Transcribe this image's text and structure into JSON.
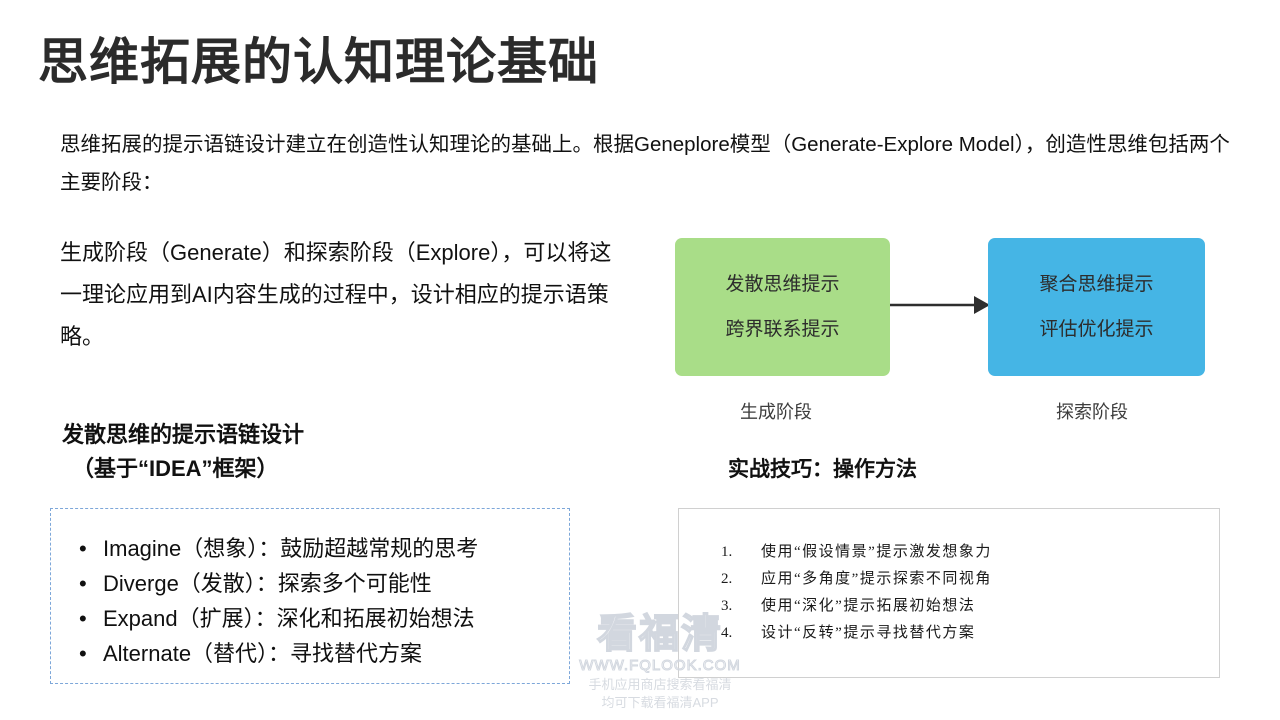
{
  "slide": {
    "title": "思维拓展的认知理论基础",
    "intro": "思维拓展的提示语链设计建立在创造性认知理论的基础上。根据Geneplore模型（Generate-Explore Model），创造性思维包括两个主要阶段：",
    "paragraph2": "生成阶段（Generate）和探索阶段（Explore），可以将这一理论应用到AI内容生成的过程中，设计相应的提示语策略。"
  },
  "diagram": {
    "generate_node": {
      "line1": "发散思维提示",
      "line2": "跨界联系提示",
      "color": "#a9dd88",
      "caption": "生成阶段"
    },
    "explore_node": {
      "line1": "聚合思维提示",
      "line2": "评估优化提示",
      "color": "#45b5e5",
      "caption": "探索阶段"
    },
    "arrow": "arrow-right"
  },
  "left_section": {
    "heading_line1": "发散思维的提示语链设计",
    "heading_line2": "（基于“IDEA”框架）",
    "bullet_char": "•",
    "items": [
      "Imagine（想象）：鼓励超越常规的思考",
      "Diverge（发散）：探索多个可能性",
      "Expand（扩展）：深化和拓展初始想法",
      "Alternate（替代）：寻找替代方案"
    ],
    "border_color": "#7da7d9"
  },
  "right_section": {
    "heading": "实战技巧：操作方法",
    "items": [
      {
        "num": "1.",
        "text": "使用“假设情景”提示激发想象力"
      },
      {
        "num": "2.",
        "text": "应用“多角度”提示探索不同视角"
      },
      {
        "num": "3.",
        "text": "使用“深化”提示拓展初始想法"
      },
      {
        "num": "4.",
        "text": "设计“反转”提示寻找替代方案"
      }
    ],
    "border_color": "#d0d0d0"
  },
  "watermark": {
    "brand": "看福清",
    "url": "WWW.FQLOOK.COM",
    "sub1": "手机应用商店搜索看福清",
    "sub2": "均可下载看福清APP"
  }
}
